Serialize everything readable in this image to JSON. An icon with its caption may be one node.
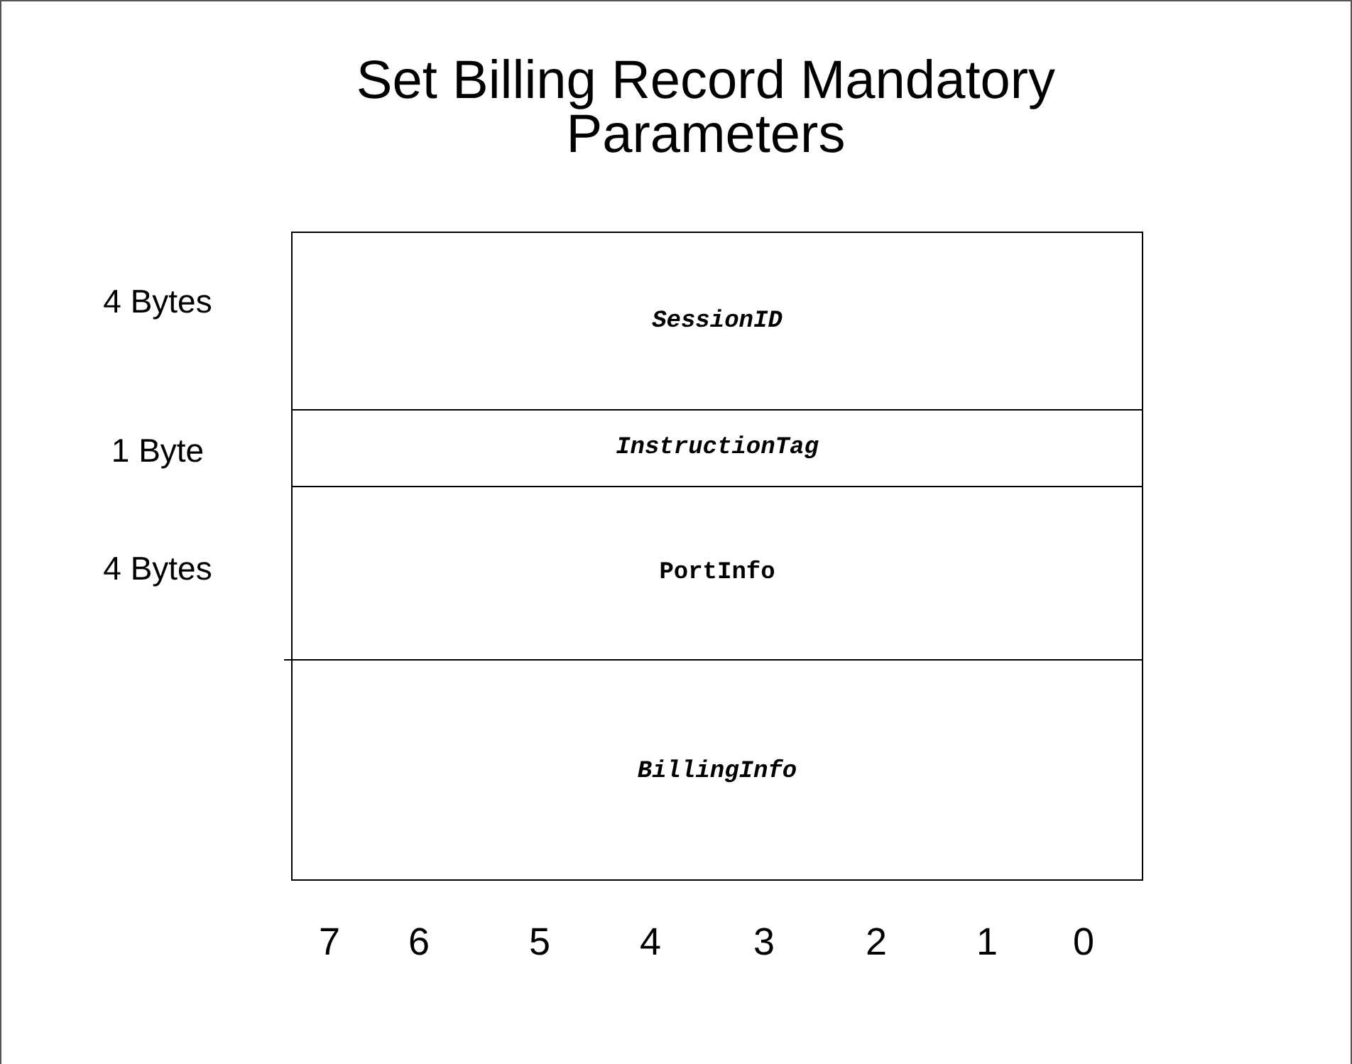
{
  "diagram": {
    "title": "Set Billing Record Mandatory Parameters",
    "nodes": [
      {
        "text": [
          "SessionID"
        ]
      },
      {
        "text": [
          "InstructionTag"
        ]
      },
      {
        "text": [
          "PortInfo"
        ]
      },
      {
        "text": [
          "BillingInfo"
        ]
      }
    ],
    "labels": [
      "4 Bytes",
      "1 Byte",
      "4 Bytes",
      "7",
      "6",
      "5",
      "4",
      "3",
      "2",
      "1",
      "0"
    ]
  }
}
